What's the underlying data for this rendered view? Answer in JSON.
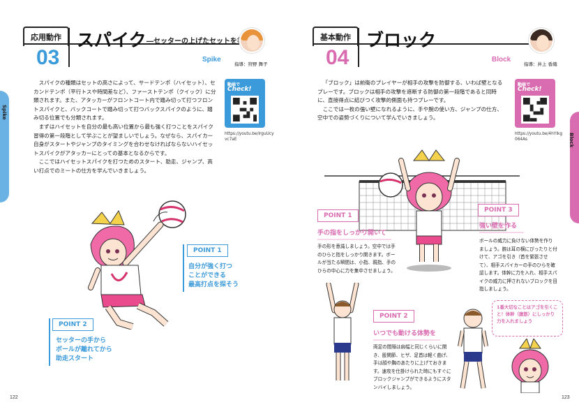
{
  "colors": {
    "blue": "#3b9ad9",
    "pink": "#d96bb0",
    "light_blue": "#cfe6f5",
    "light_pink": "#f6d7ea",
    "dark": "#222222"
  },
  "left": {
    "category": "応用動作",
    "number": "03",
    "title": "スパイク",
    "subtitle": "―セッターの上げたセットを打つ",
    "english": "Spike",
    "instructor": "指導：狩野 舞子",
    "paragraphs": [
      "スパイクの種類はセットの高さによって、サードテンポ（ハイセット）、セカンドテンポ（平行トスや時間差など）、ファーストテンポ（クイック）に分類されます。また、アタッカーがフロントコート内で踏み切って打つフロントスパイクと、バックコートで踏み切って打つバックスパイクのように、踏み切る位置でも分類されます。",
      "まずはハイセットを自分の最も高い位置から最も強く打つことをスパイク習得の第一段階として学ぶことが望ましいでしょう。なぜなら、スパイカー自身がスタートやジャンプのタイミングを合わせなければならないハイセットスパイクがアタッカーにとっての基本となるからです。",
      "ここではハイセットスパイクを打つためのスタート、助走、ジャンプ、高い打点でのミートの仕方を学んでいきましょう。"
    ],
    "qr_label_top": "動画で",
    "qr_label_check": "Check!",
    "qr_url": "https://youtu.be/lrguUcy vc7aE",
    "side_tab": "Spike",
    "point1_tag": "POINT 1",
    "point1_text": [
      "自分が強く打つ",
      "ことができる",
      "最高打点を探そう"
    ],
    "point2_tag": "POINT 2",
    "point2_text": [
      "セッターの手から",
      "ボールが離れてから",
      "助走スタート"
    ],
    "page_number": "122"
  },
  "right": {
    "category": "基本動作",
    "number": "04",
    "title": "ブロック",
    "english": "Block",
    "instructor": "指導：井上 香織",
    "paragraphs": [
      "「ブロック」は前衛のプレイヤーが相手の攻撃を防御する、いわば壁となるプレーです。ブロックは相手の攻撃を遮断する防御の第一段階であると同時に、直接得点に結びつく攻撃的側面も持つプレーです。",
      "ここでは一枚の強い壁になれるように、手や腕の使い方、ジャンプの仕方、空中での姿勢づくりについて学んでいきましょう。"
    ],
    "qr_label_top": "動画で",
    "qr_label_check": "Check!",
    "qr_url": "https://youtu.be/4hYIkg 064As",
    "side_tab": "Block",
    "point1_tag": "POINT 1",
    "point1_head": "手の指をしっかり開いて",
    "point1_body": "手の形を意識しましょう。空中では手のひらと指をしっかり開きます。ボールが当たる瞬間は、小指、親指、手のひらの中心に力を集中させましょう。",
    "point2_tag": "POINT 2",
    "point2_head": "いつでも動ける体勢を",
    "point2_body": "両足の間隔は肩幅と同じくらいに開き、股関節、ヒザ、足首は軽く曲げ、手は顔や胸のあたりに上げておきます。速攻を仕掛けられた時にもすぐにブロックジャンプができるようにスタンバイしましょう。",
    "point3_tag": "POINT 3",
    "point3_head": "強い壁を作る",
    "point3_body": "ボールの威力に負けない体勢を作りましょう。腕は耳の横にぴったりと付けて、アゴを引き（首を緊張させて）、相手スパイカーの手のひらを確認します。体幹に力を入れ、相手スパイクの威力に押されないブロックを目指しましょう。",
    "balloon": "1番大切なことはアゴを引くこと！体幹（腹筋）にしっかり力を入れましょう",
    "page_number": "123"
  }
}
